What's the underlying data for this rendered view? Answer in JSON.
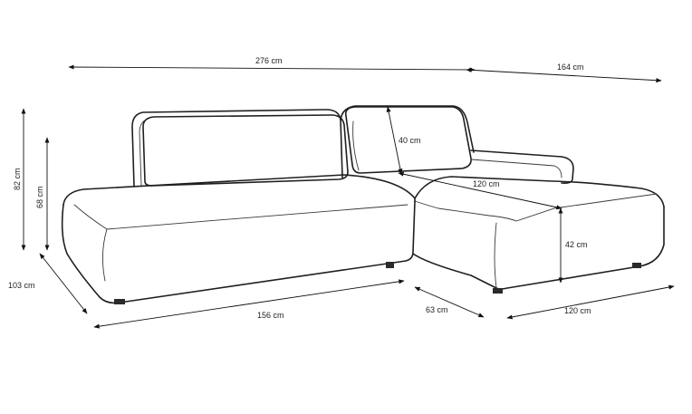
{
  "dimensions": {
    "total_width": "276 cm",
    "chaise_depth": "164 cm",
    "height_total": "82 cm",
    "height_back": "68 cm",
    "depth": "103 cm",
    "main_length": "156 cm",
    "chaise_gap": "63 cm",
    "chaise_width": "120 cm",
    "chaise_seat_length": "120 cm",
    "cushion_height": "40 cm",
    "seat_height": "42 cm"
  }
}
